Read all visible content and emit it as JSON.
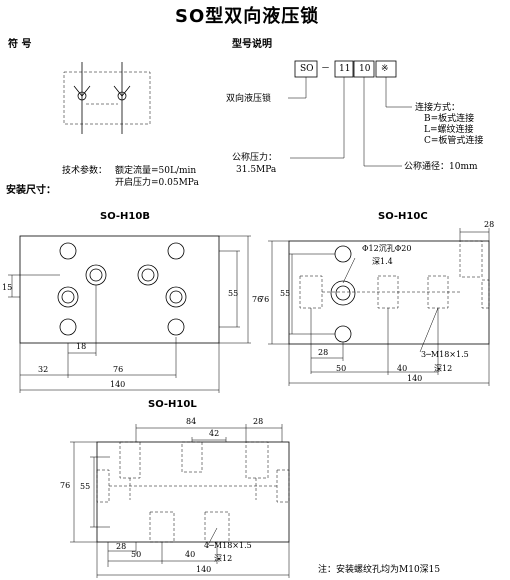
{
  "title": "SO型双向液压锁",
  "symbol_heading": "符  号",
  "model_heading": "型号说明",
  "model_code": [
    "SO",
    "－",
    "11",
    "10",
    "※"
  ],
  "model_labels": {
    "name": "双向液压锁",
    "connection_title": "连接方式：",
    "connection_b": "B=板式连接",
    "connection_l": "L=螺纹连接",
    "connection_c": "C=板管式连接",
    "pressure_label": "公称压力：",
    "pressure_value": "31.5MPa",
    "bore": "公称通径：10mm"
  },
  "tech": {
    "label": "技术参数：",
    "flow": "额定流量=50L/min",
    "opening": "开启压力=0.05MPa"
  },
  "install_heading": "安装尺寸：",
  "drawings": {
    "h10b": {
      "title": "SO-H10B",
      "dims": {
        "d15": "15",
        "d55": "55",
        "d76": "76",
        "d18": "18",
        "d76b": "76",
        "d32": "32",
        "d140": "140"
      }
    },
    "h10c": {
      "title": "SO-H10C",
      "dims": {
        "d28top": "28",
        "d76": "76",
        "d55": "55",
        "d28": "28",
        "d50": "50",
        "d40": "40",
        "d140": "140"
      },
      "note_counterbore": "Φ12沉孔Φ20",
      "note_depth": "深1.4",
      "note_thread": "3─M18×1.5",
      "note_thread_depth": "深12"
    },
    "h10l": {
      "title": "SO-H10L",
      "dims": {
        "d84": "84",
        "d28top": "28",
        "d42": "42",
        "d76": "76",
        "d55": "55",
        "d28": "28",
        "d50": "50",
        "d40": "40",
        "d140": "140"
      },
      "note_thread": "4─M18×1.5",
      "note_thread_depth": "深12"
    }
  },
  "footnote": "注：安装螺纹孔均为M10深15"
}
